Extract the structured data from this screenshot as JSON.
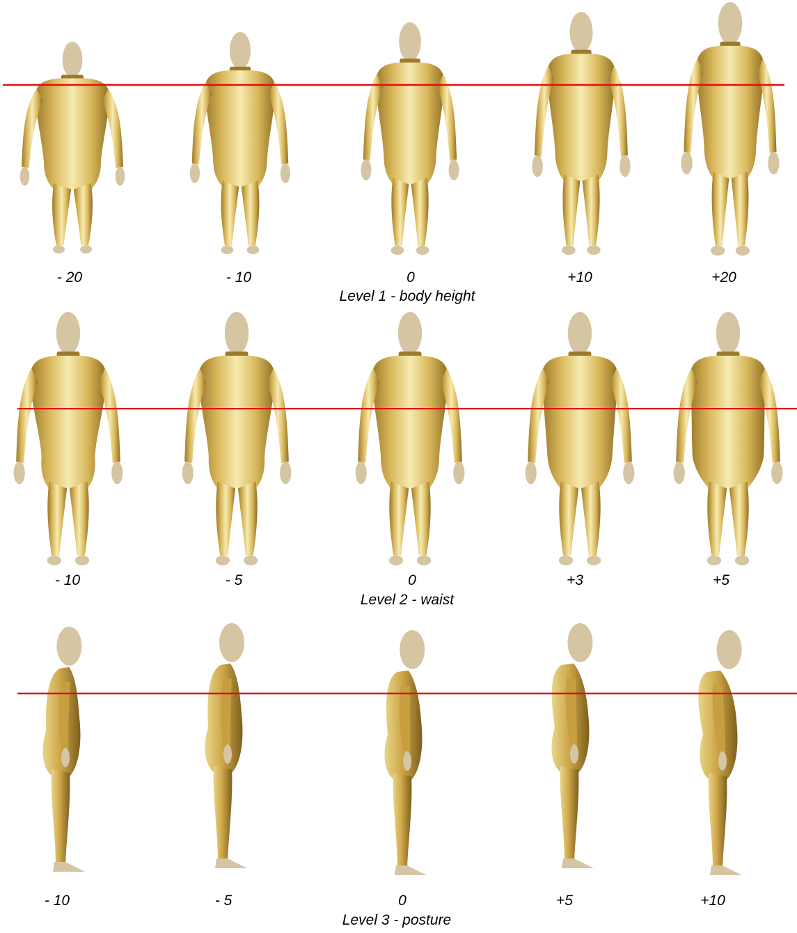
{
  "rows": [
    {
      "caption": "Level 1 - body height",
      "view": "front",
      "labels": [
        "- 20",
        "- 10",
        "0",
        "+10",
        "+20"
      ]
    },
    {
      "caption": "Level 2 - waist",
      "view": "front",
      "labels": [
        "- 10",
        "- 5",
        "0",
        "+3",
        "+5"
      ]
    },
    {
      "caption": "Level 3 - posture",
      "view": "side",
      "labels": [
        "- 10",
        "- 5",
        "0",
        "+5",
        "+10"
      ]
    }
  ],
  "colors": {
    "body_light": "#f4e6a8",
    "body_mid": "#d9b85c",
    "body_dark": "#9c7a2a",
    "skin_parts": "#d5c5a3",
    "reference_line": "#e01010"
  }
}
